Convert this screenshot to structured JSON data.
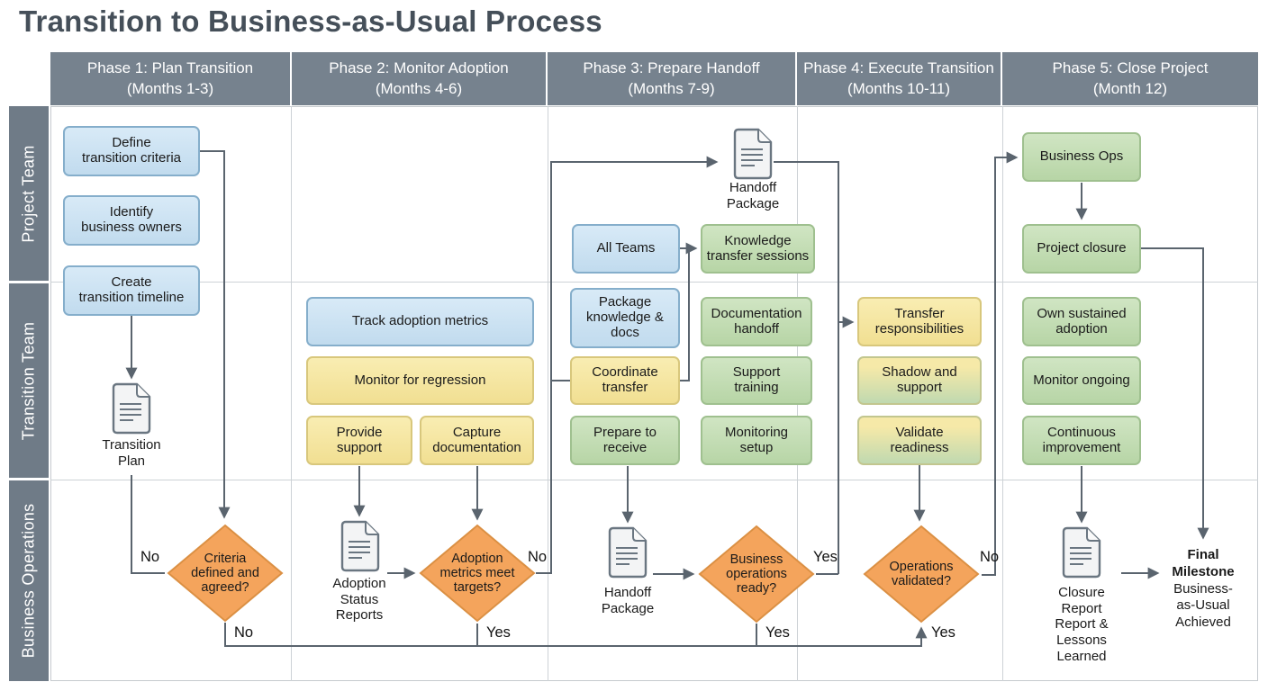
{
  "title": "Transition to Business-as-Usual Process",
  "phases": [
    {
      "line1": "Phase 1: Plan Transition",
      "line2": "(Months 1-3)"
    },
    {
      "line1": "Phase 2: Monitor Adoption",
      "line2": "(Months 4-6)"
    },
    {
      "line1": "Phase 3: Prepare Handoff",
      "line2": "(Months 7-9)"
    },
    {
      "line1": "Phase 4: Execute Transition",
      "line2": "(Months 10-11)"
    },
    {
      "line1": "Phase 5: Close Project",
      "line2": "(Month 12)"
    }
  ],
  "lanes": [
    {
      "label": "Project Team"
    },
    {
      "label": "Transition Team"
    },
    {
      "label": "Business Operations"
    }
  ],
  "nodes": {
    "define_criteria": "Define\ntransition criteria",
    "identify_owners": "Identify\nbusiness owners",
    "create_timeline": "Create\ntransition timeline",
    "track_metrics": "Track adoption metrics",
    "monitor_regression": "Monitor for regression",
    "provide_support": "Provide\nsupport",
    "capture_docs": "Capture\ndocumentation",
    "all_teams": "All Teams",
    "package_knowledge": "Package\nknowledge &\ndocs",
    "coordinate_transfer": "Coordinate\ntransfer",
    "prepare_receive": "Prepare to\nreceive",
    "knowledge_transfer": "Knowledge\ntransfer sessions",
    "documentation_handoff": "Documentation\nhandoff",
    "support_training": "Support\ntraining",
    "monitoring_setup": "Monitoring\nsetup",
    "transfer_resp": "Transfer\nresponsibilities",
    "shadow_support": "Shadow and\nsupport",
    "validate_readiness": "Validate\nreadiness",
    "business_ops": "Business Ops",
    "project_closure": "Project closure",
    "own_adoption": "Own sustained\nadoption",
    "monitor_ongoing": "Monitor ongoing",
    "continuous_improvement": "Continuous\nimprovement"
  },
  "decisions": {
    "criteria": "Criteria\ndefined and\nagreed?",
    "adoption": "Adoption\nmetrics meet\ntargets?",
    "bo_ready": "Business\noperations\nready?",
    "ops_validated": "Operations\nvalidated?"
  },
  "docs": {
    "transition_plan": "Transition\nPlan",
    "adoption_reports": "Adoption\nStatus\nReports",
    "handoff_package_top": "Handoff\nPackage",
    "handoff_package_bottom": "Handoff\nPackage",
    "closure_report": "Closure\nReport\nReport &\nLessons\nLearned"
  },
  "branch_labels": {
    "criteria_no_left": "No",
    "criteria_no_bottom": "No",
    "adoption_no": "No",
    "adoption_yes": "Yes",
    "bo_ready_yes_right": "Yes",
    "bo_ready_yes_bottom": "Yes",
    "ops_validated_no": "No",
    "ops_validated_yes": "Yes"
  },
  "milestone": {
    "title": "Final\nMilestone",
    "subtitle": "Business-\nas-Usual\nAchieved"
  },
  "colors": {
    "header_gray": "#76828E",
    "lane_gray": "#6F7B87",
    "task_blue": "#C9E0F2",
    "task_yellow": "#F5E4A0",
    "task_green": "#C3DDB4",
    "decision_orange": "#F4A45C",
    "connector": "#5A646E"
  }
}
